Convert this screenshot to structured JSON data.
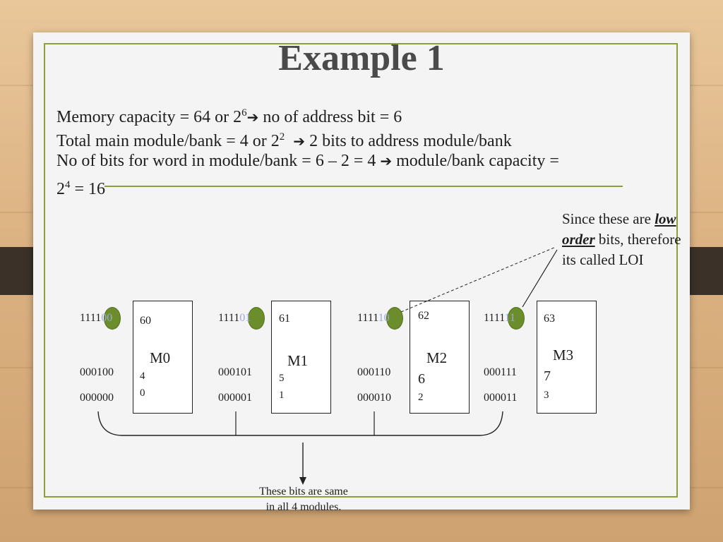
{
  "slide": {
    "title": "Example 1",
    "line1": {
      "text_a": "Memory capacity = 64 or 2",
      "sup": "6",
      "text_b": " no of address bit = 6"
    },
    "line2": {
      "text_a": "Total main module/bank = 4 or 2",
      "sup": "2",
      "text_b": " 2 bits to address module/bank"
    },
    "line3": {
      "text_a": "No of bits for word in module/bank = 6 – 2 = 4 ",
      "text_b": " module/bank capacity ="
    },
    "line4": {
      "text_a": "2",
      "sup": "4",
      "text_b": " = 16"
    },
    "arrow_glyph": "➔"
  },
  "note": {
    "part1": "Since these are ",
    "em1": "low",
    "em2": "order",
    "part2": " bits, therefore",
    "part3": "its called LOI"
  },
  "modules": [
    {
      "name": "M0",
      "top": "60",
      "mid": "4",
      "bot": "0",
      "addr_high_prefix": "1111",
      "addr_high_suffix": "00",
      "addr_mid": "000100",
      "addr_low": "000000"
    },
    {
      "name": "M1",
      "top": "61",
      "mid": "5",
      "bot": "1",
      "addr_high_prefix": "1111",
      "addr_high_suffix": "01",
      "addr_mid": "000101",
      "addr_low": "000001"
    },
    {
      "name": "M2",
      "top": "62",
      "mid": "6",
      "bot": "2",
      "addr_high_prefix": "1111",
      "addr_high_suffix": "10",
      "addr_mid": "000110",
      "addr_low": "000010"
    },
    {
      "name": "M3",
      "top": "63",
      "mid": "7",
      "bot": "3",
      "addr_high_prefix": "1111",
      "addr_high_suffix": "11",
      "addr_mid": "000111",
      "addr_low": "000011"
    }
  ],
  "caption": {
    "line1": "These bits are same",
    "line2": "in all 4 modules."
  },
  "colors": {
    "frame": "#8aa03e",
    "dot": "#6b8d2c",
    "side_tab": "#3b3128"
  }
}
